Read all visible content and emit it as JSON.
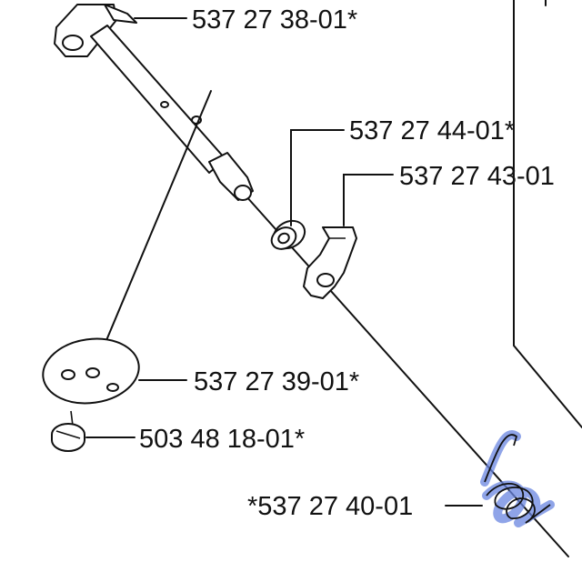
{
  "colors": {
    "line": "#111111",
    "background": "#ffffff",
    "highlight": "#6a86e0"
  },
  "parts": [
    {
      "id": "bracket",
      "label": "537 27 38-01*"
    },
    {
      "id": "washer",
      "label": "537 27 44-01*"
    },
    {
      "id": "lever",
      "label": "537 27 43-01"
    },
    {
      "id": "disc",
      "label": "537 27 39-01*"
    },
    {
      "id": "screw",
      "label": "503 48 18-01*"
    },
    {
      "id": "spring",
      "label": "*537 27 40-01"
    }
  ]
}
